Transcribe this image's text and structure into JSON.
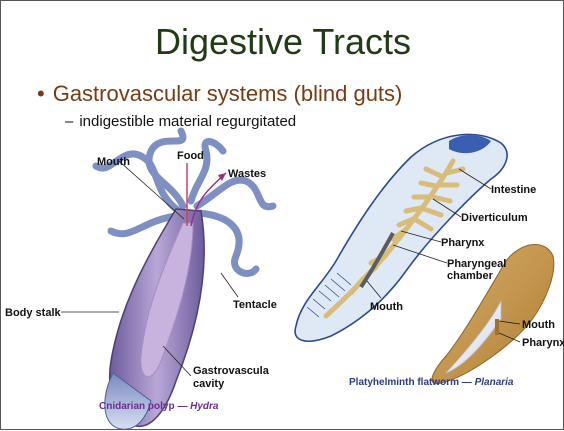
{
  "slide": {
    "title": "Digestive Tracts",
    "bullet": "Gastrovascular systems (blind guts)",
    "sub_bullet": "indigestible material regurgitated"
  },
  "hydra": {
    "labels": {
      "mouth": "Mouth",
      "food": "Food",
      "wastes": "Wastes",
      "body_stalk": "Body stalk",
      "tentacle": "Tentacle",
      "cavity_line1": "Gastrovascula",
      "cavity_line2": "cavity"
    },
    "caption_prefix": "Cnidarian polyp — ",
    "caption_name": "Hydra"
  },
  "planaria": {
    "labels": {
      "intestine": "Intestine",
      "diverticulum": "Diverticulum",
      "pharynx": "Pharynx",
      "pharyngeal_line1": "Pharyngeal",
      "pharyngeal_line2": "chamber",
      "mouth": "Mouth",
      "mouth2": "Mouth",
      "pharynx2": "Pharynx"
    },
    "caption_prefix": "Platyhelminth flatworm — ",
    "caption_name": "Planaria"
  },
  "colors": {
    "title": "#233a16",
    "bullet": "#7a3b12",
    "hydra_body": "#8f7bb5",
    "hydra_tentacle": "#7e8fc4",
    "planaria_body": "#dfe9f5",
    "planaria_gut": "#e8d29a",
    "planaria_outline": "#2e4a8c",
    "worm_small": "#c79a52"
  }
}
